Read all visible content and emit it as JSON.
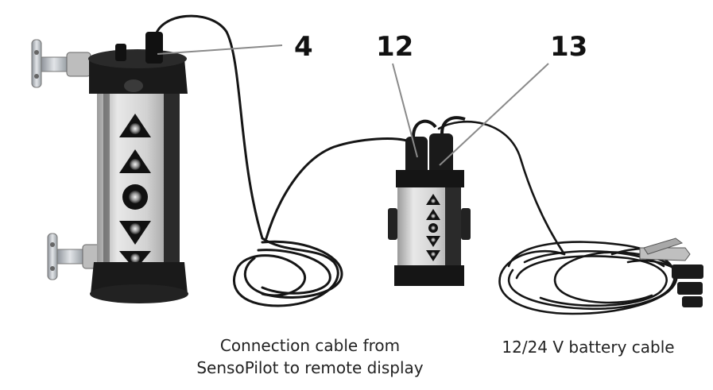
{
  "callouts": {
    "sensor_connector": "4",
    "display_connector": "12",
    "battery_connector": "13"
  },
  "captions": {
    "connection_cable_line1": "Connection cable from",
    "connection_cable_line2": "SensoPilot to remote display",
    "battery_cable": "12/24 V battery cable"
  },
  "colors": {
    "body_silver": "#cfcfcf",
    "housing_black": "#1a1a1a",
    "cable_black": "#151515",
    "mount_metal": "#b8bcc2"
  }
}
